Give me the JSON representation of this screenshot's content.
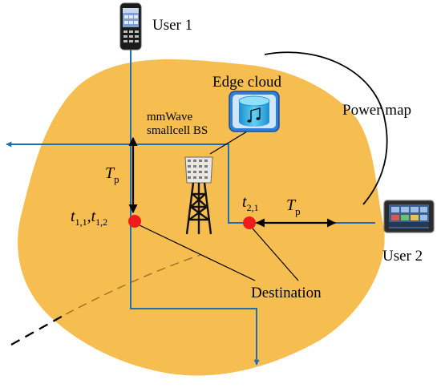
{
  "labels": {
    "user1": "User 1",
    "user2": "User 2",
    "edge_cloud": "Edge cloud",
    "bs_line1": "mmWave",
    "bs_line2": "smallcell BS",
    "power_map": "Power map",
    "destination": "Destination",
    "tp_symbol": "T",
    "tp_sub": "p",
    "t_symbol": "t",
    "t11_sub": "1,1",
    "t12_sub": "1,2",
    "t21_sub": "2,1",
    "comma": ","
  },
  "colors": {
    "region_fill": "#f6be51",
    "path": "#1f6fb0",
    "arrow": "#000000",
    "destination_dot": "#ee1c1c",
    "cloud_panel": "#2f7fd8",
    "music_drum": "#38b6ea"
  },
  "icons": {
    "user1_device": "mobile-phone-icon",
    "user2_device": "tablet-icon",
    "base_station": "cell-tower-icon",
    "edge_cloud": "music-note-icon"
  }
}
